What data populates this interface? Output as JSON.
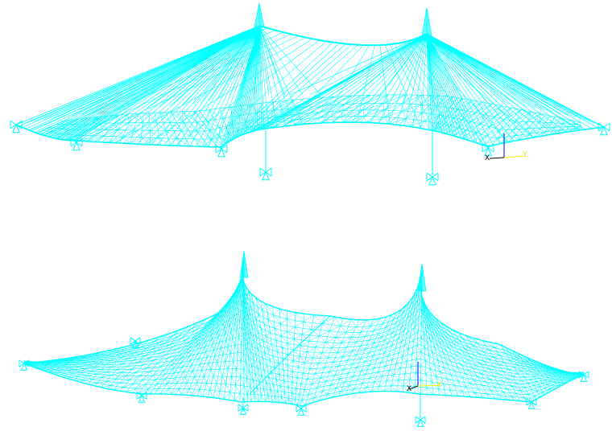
{
  "colors": {
    "background": "#ffffff",
    "mesh": "#00ffff",
    "axis_x": "#000000",
    "axis_y": "#ffff00",
    "axis_z": "#0000ff"
  },
  "views": [
    {
      "name": "elevation-view",
      "axes": {
        "x_label": "X",
        "y_label": "Y"
      }
    },
    {
      "name": "perspective-view",
      "axes": {
        "x_label": "X",
        "y_label": "Y"
      }
    }
  ]
}
